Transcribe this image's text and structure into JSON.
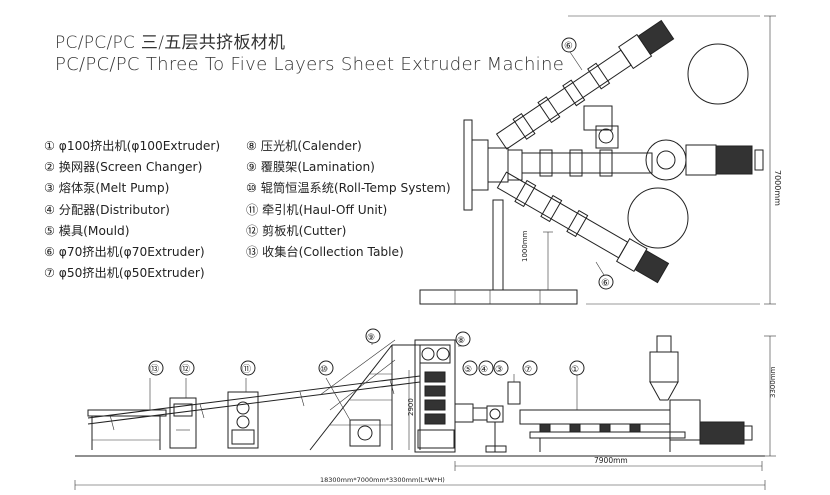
{
  "title_cn": "PC/PC/PC 三/五层共挤板材机",
  "title_en": "PC/PC/PC Three To Five Layers Sheet Extruder Machine",
  "legend_left": [
    "① φ100挤出机(φ100Extruder)",
    "② 换网器(Screen Changer)",
    "③ 熔体泵(Melt Pump)",
    "④ 分配器(Distributor)",
    "⑤ 模具(Mould)",
    "⑥ φ70挤出机(φ70Extruder)",
    "⑦ φ50挤出机(φ50Extruder)"
  ],
  "legend_right": [
    "⑧ 压光机(Calender)",
    "⑨ 覆膜架(Lamination)",
    "⑩ 辊筒恒温系统(Roll-Temp System)",
    "⑪ 牵引机(Haul-Off Unit)",
    "⑫ 剪板机(Cutter)",
    "⑬ 收集台(Collection Table)"
  ],
  "dimensions": {
    "top_height": "7000mm",
    "top_offset": "1000mm",
    "side_height": "3300mm",
    "calender_height": "2900",
    "extruder_length": "7900mm",
    "overall": "18300mm*7000mm*3300mm(L*W*H)"
  },
  "callouts": {
    "top_upper": "⑥",
    "top_lower": "⑥",
    "c1": "①",
    "c3": "③",
    "c4": "④",
    "c5": "⑤",
    "c7": "⑦",
    "c8": "⑧",
    "c9": "⑨",
    "c10": "⑩",
    "c11": "⑪",
    "c12": "⑫",
    "c13": "⑬"
  }
}
